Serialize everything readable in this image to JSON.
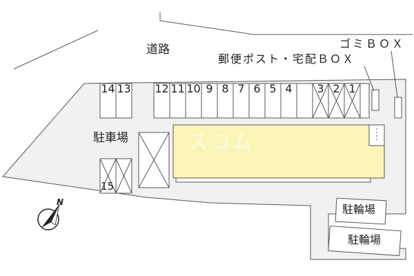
{
  "labels": {
    "road": "道路",
    "post_box": "郵便ポスト・宅配ＢＯＸ",
    "garbage_box": "ゴミＢＯＸ",
    "parking": "駐車場",
    "bike_parking_1": "駐輪場",
    "bike_parking_2": "駐輪場",
    "north": "N",
    "watermark": "スコム"
  },
  "parking_spaces": {
    "row_top": [
      "12",
      "11",
      "10",
      "9",
      "8",
      "7",
      "6",
      "5",
      "4",
      "3",
      "2",
      "1"
    ],
    "top_left": [
      "14",
      "13"
    ],
    "lower_left": "15",
    "crossed_out": [
      "3",
      "2",
      "1",
      "15"
    ]
  },
  "colors": {
    "lot": "#f1f1f1",
    "building": "#fbf5b8",
    "outline": "#555555"
  }
}
